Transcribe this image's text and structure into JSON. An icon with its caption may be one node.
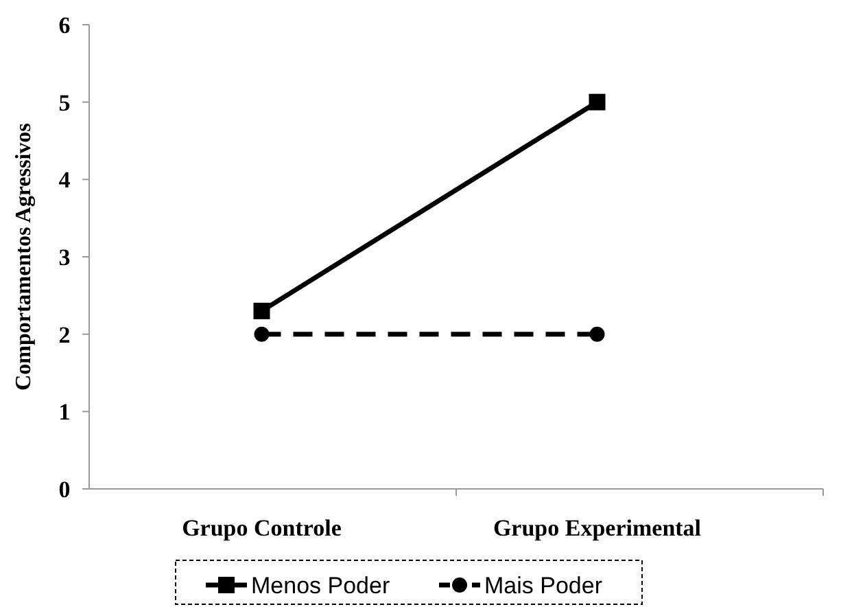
{
  "diagram": {
    "chart_data": {
      "type": "line",
      "ylabel": "Comportamentos Agressivos",
      "categories": [
        "Grupo Controle",
        "Grupo Experimental"
      ],
      "series": [
        {
          "name": "Menos Poder",
          "color": "#000000",
          "values": [
            2.3,
            5.0
          ],
          "marker": "square",
          "line_style": "solid"
        },
        {
          "name": "Mais Poder",
          "color": "#000000",
          "values": [
            2.0,
            2.0
          ],
          "marker": "circle",
          "line_style": "dashed"
        }
      ],
      "ylim": [
        0,
        6
      ],
      "yticks": [
        0,
        1,
        2,
        3,
        4,
        5,
        6
      ],
      "legend": true
    }
  }
}
